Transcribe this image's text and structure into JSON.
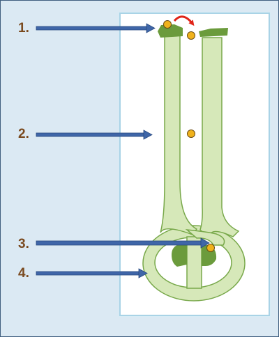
{
  "labels": [
    "1.",
    "2.",
    "3.",
    "4."
  ],
  "colors": {
    "background": "#dbe9f3",
    "border": "#3f5e7e",
    "panel_border": "#a9d3e6",
    "tube_fill": "#d6e8b9",
    "tube_outline": "#78a84a",
    "dark_green": "#6b9b3c",
    "arrow_fill": "#3f66a8",
    "arrow_outline": "#294a80",
    "dot_fill": "#f0b21c",
    "dot_outline": "#6b4b12",
    "curve_arrow": "#e02418",
    "label_text": "#7a4a1f"
  }
}
